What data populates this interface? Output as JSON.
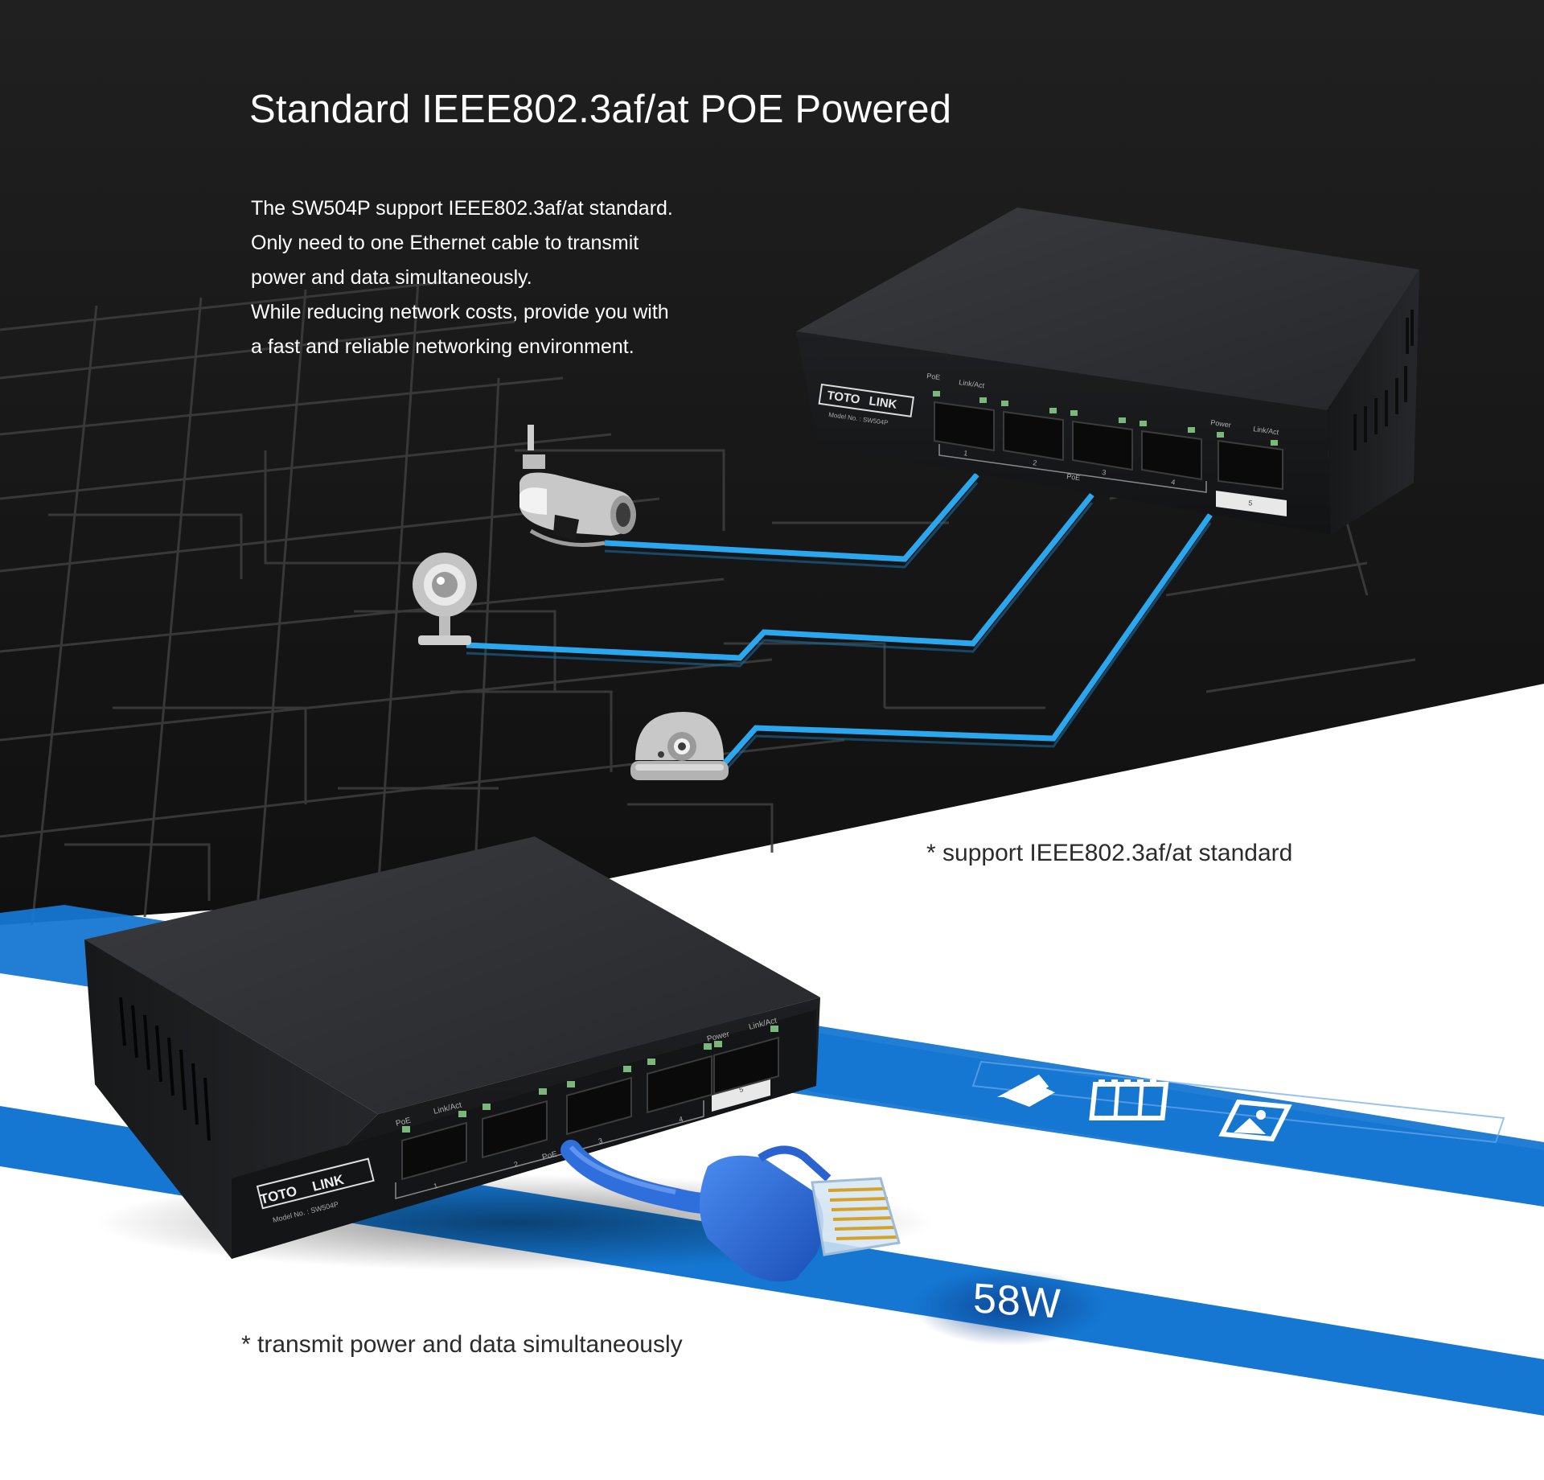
{
  "heading": {
    "title": "Standard IEEE802.3af/at POE Powered"
  },
  "description": {
    "lines": [
      "The SW504P support IEEE802.3af/at standard.",
      "Only need to one Ethernet cable to transmit",
      "power and data simultaneously.",
      "While reducing network costs,  provide you with",
      "a fast and reliable networking environment."
    ]
  },
  "features": {
    "standard": "* support IEEE802.3af/at standard",
    "transmit": "*  transmit power and data simultaneously"
  },
  "power_badge": "58W",
  "switch": {
    "brand_left": "TOTO",
    "brand_right": "LINK",
    "model": "Model No. : SW504P",
    "label_poe": "PoE",
    "label_link": "Link/Act",
    "label_power": "Power",
    "port_numbers": [
      "1",
      "2",
      "3",
      "4",
      "5"
    ]
  },
  "icons": [
    "bullet-camera-icon",
    "webcam-icon",
    "dome-camera-icon",
    "mail-icon",
    "film-icon",
    "photo-icon"
  ],
  "colors": {
    "dark_bg": "#1a1a1a",
    "grid": "#3a3a3a",
    "cable_blue": "#2aa7ee",
    "band_blue": "#1577d2",
    "device": "#222326"
  }
}
